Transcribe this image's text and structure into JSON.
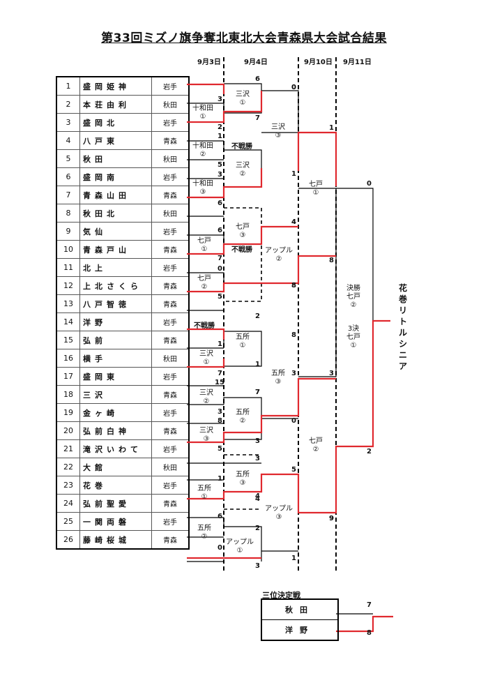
{
  "title": "第33回ミズノ旗争奪北東北大会青森県大会試合結果",
  "dates": [
    "9月3日",
    "9月4日",
    "9月10日",
    "9月11日"
  ],
  "teams": [
    {
      "no": "1",
      "name": "盛岡姫神",
      "pref": "岩手"
    },
    {
      "no": "2",
      "name": "本荘由利",
      "pref": "秋田"
    },
    {
      "no": "3",
      "name": "盛岡北",
      "pref": "岩手"
    },
    {
      "no": "4",
      "name": "八戸東",
      "pref": "青森"
    },
    {
      "no": "5",
      "name": "秋田",
      "pref": "秋田"
    },
    {
      "no": "6",
      "name": "盛岡南",
      "pref": "岩手"
    },
    {
      "no": "7",
      "name": "青森山田",
      "pref": "青森"
    },
    {
      "no": "8",
      "name": "秋田北",
      "pref": "秋田"
    },
    {
      "no": "9",
      "name": "気仙",
      "pref": "岩手"
    },
    {
      "no": "10",
      "name": "青森戸山",
      "pref": "青森"
    },
    {
      "no": "11",
      "name": "北上",
      "pref": "岩手"
    },
    {
      "no": "12",
      "name": "上北さくら",
      "pref": "青森"
    },
    {
      "no": "13",
      "name": "八戸智徳",
      "pref": "青森"
    },
    {
      "no": "14",
      "name": "洋野",
      "pref": "岩手"
    },
    {
      "no": "15",
      "name": "弘前",
      "pref": "青森"
    },
    {
      "no": "16",
      "name": "横手",
      "pref": "秋田"
    },
    {
      "no": "17",
      "name": "盛岡東",
      "pref": "岩手"
    },
    {
      "no": "18",
      "name": "三沢",
      "pref": "青森"
    },
    {
      "no": "19",
      "name": "金ヶ崎",
      "pref": "岩手"
    },
    {
      "no": "20",
      "name": "弘前白神",
      "pref": "青森"
    },
    {
      "no": "21",
      "name": "滝沢いわて",
      "pref": "岩手"
    },
    {
      "no": "22",
      "name": "大館",
      "pref": "秋田"
    },
    {
      "no": "23",
      "name": "花巻",
      "pref": "岩手"
    },
    {
      "no": "24",
      "name": "弘前聖愛",
      "pref": "青森"
    },
    {
      "no": "25",
      "name": "一関両磐",
      "pref": "岩手"
    },
    {
      "no": "26",
      "name": "藤崎桜城",
      "pref": "青森"
    }
  ],
  "venues": [
    "十和田\n①",
    "十和田\n②",
    "十和田\n③",
    "七戸\n①",
    "七戸\n②",
    "三沢\n①",
    "三沢\n②",
    "三沢\n③",
    "五所\n①",
    "五所\n②",
    "三沢\n①",
    "三沢\n②",
    "七戸\n③",
    "五所\n①",
    "五所\n②",
    "五所\n③",
    "アップル\n①",
    "三沢\n③",
    "アップル\n②",
    "五所\n③",
    "アップル\n③",
    "七戸\n①",
    "七戸\n②",
    "決勝\n七戸\n②",
    "3決\n七戸\n①"
  ],
  "walkover": "不戦勝",
  "scores": [
    "6",
    "3",
    "7",
    "2",
    "1",
    "5",
    "3",
    "6",
    "6",
    "7",
    "0",
    "5",
    "1",
    "7",
    "15",
    "3",
    "8",
    "5",
    "1",
    "4",
    "6",
    "0",
    "0",
    "7",
    "4",
    "8",
    "1",
    "2",
    "8",
    "3",
    "7",
    "0",
    "3",
    "4",
    "2",
    "1",
    "3",
    "0",
    "1",
    "4",
    "8",
    "3",
    "5",
    "9",
    "1",
    "8",
    "3",
    "9",
    "0",
    "2",
    "7",
    "8"
  ],
  "champion": "花巻リトルシニア",
  "third_place": {
    "title": "三位決定戦",
    "teams": [
      "秋田",
      "洋野"
    ]
  }
}
